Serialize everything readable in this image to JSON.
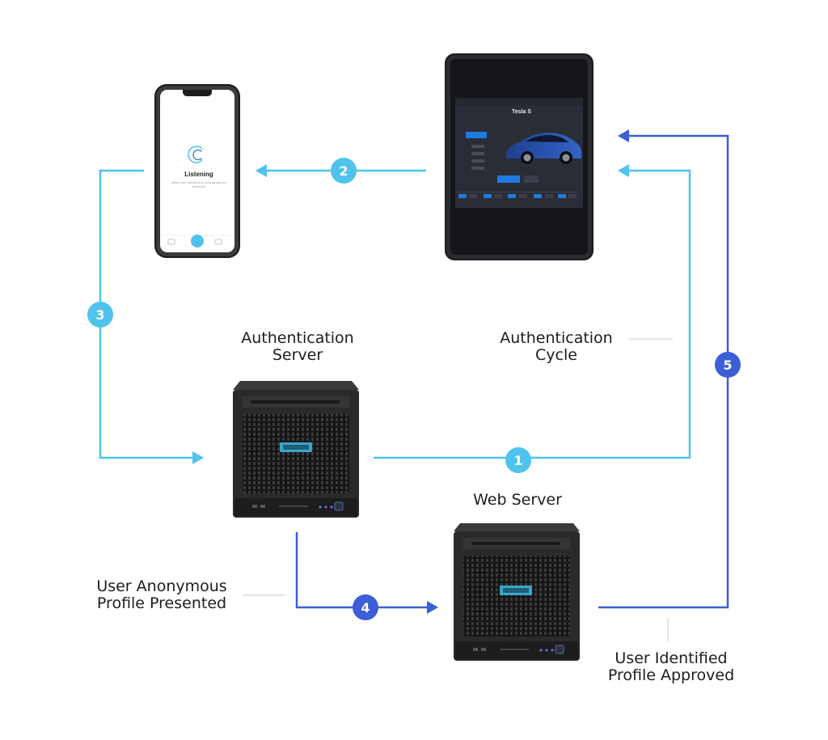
{
  "labels": {
    "authentication_server": [
      "Authentication",
      "Server"
    ],
    "authentication_cycle": [
      "Authentication",
      "Cycle"
    ],
    "web_server": "Web Server",
    "user_anonymous": [
      "User Anonymous",
      "Profile Presented"
    ],
    "user_identified": [
      "User Identified",
      "Profile Approved"
    ]
  },
  "steps": [
    "1",
    "2",
    "3",
    "4",
    "5"
  ],
  "phone": {
    "status": "Listening",
    "subtitle": "Make sure speakers in your laptop are turned on",
    "icon": "listening-logo-icon"
  },
  "tablet": {
    "model": "Tesla S"
  },
  "colors": {
    "light_blue": "#4fc3ec",
    "dark_blue": "#3c5ed6",
    "server_body": "#2a2a2a",
    "server_grille": "#1a1a1a",
    "hpe_tag": "#3aa7c9"
  }
}
